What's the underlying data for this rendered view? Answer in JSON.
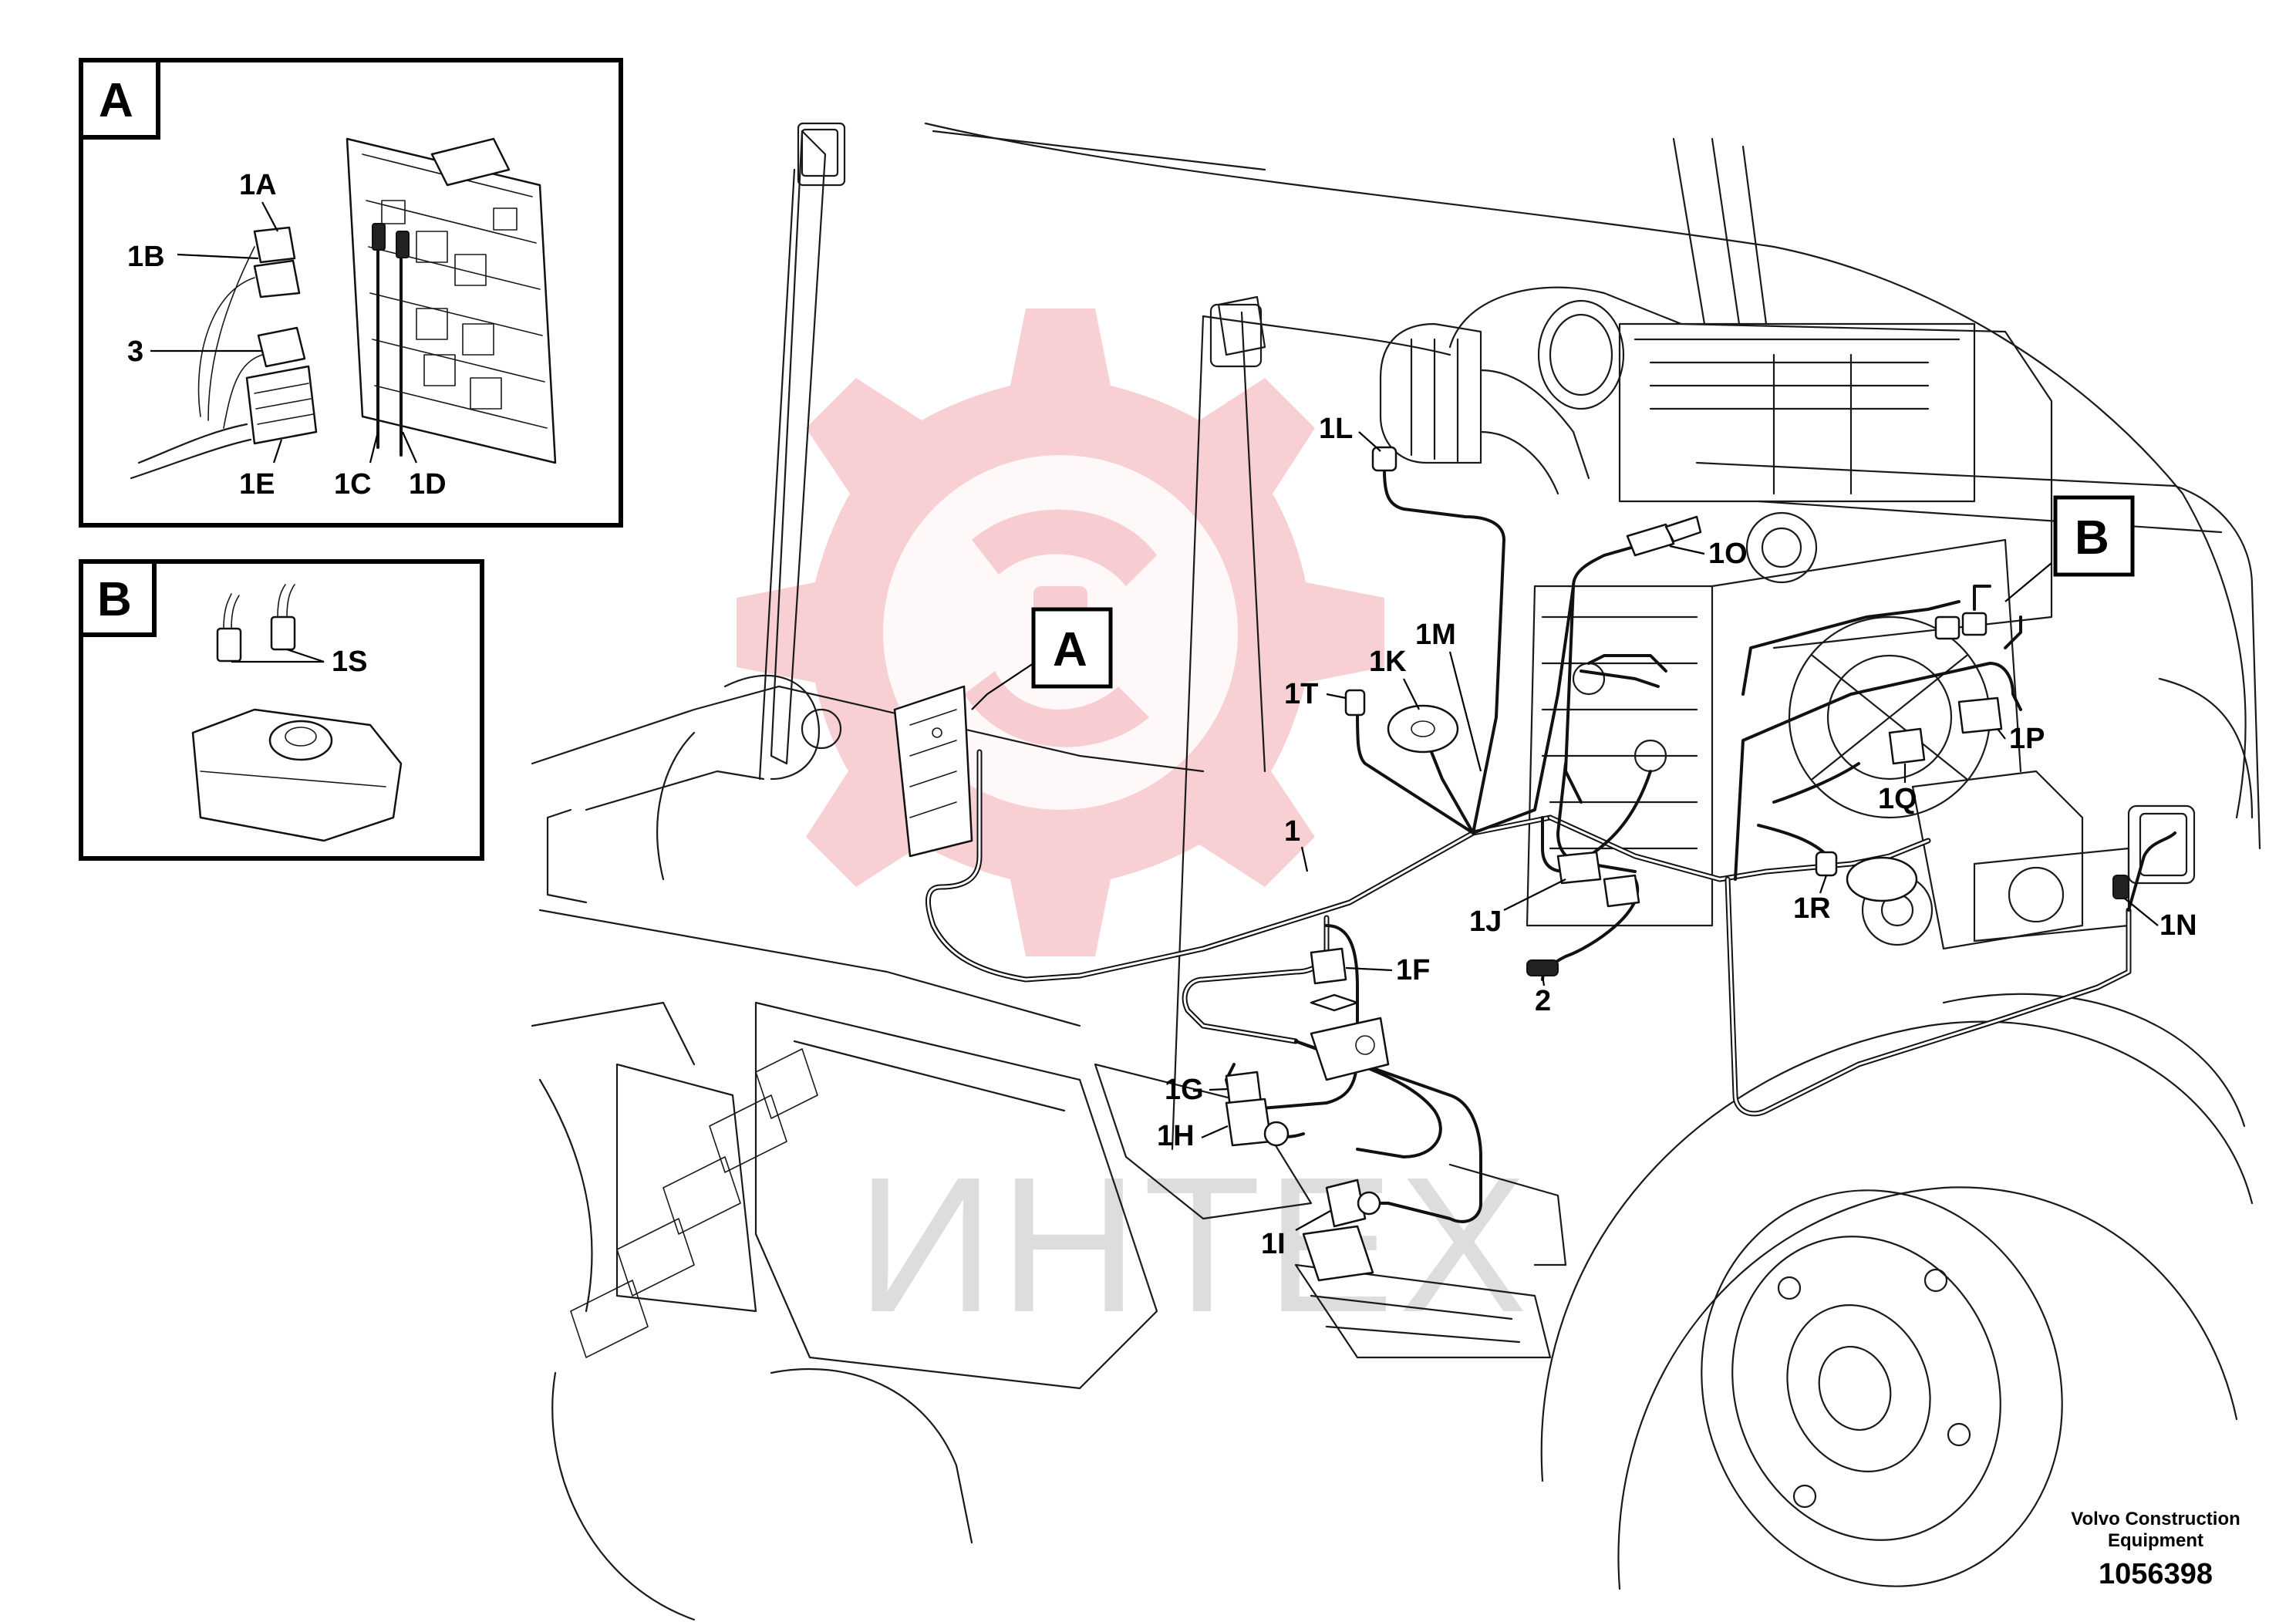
{
  "inset_a": {
    "letter": "A",
    "labels": {
      "a1": "1A",
      "b1": "1B",
      "three": "3",
      "e1": "1E",
      "c1": "1C",
      "d1": "1D"
    }
  },
  "inset_b": {
    "letter": "B",
    "labels": {
      "s1": "1S"
    }
  },
  "callouts": {
    "a": "A",
    "b": "B"
  },
  "labels": {
    "l1": "1L",
    "o1": "1O",
    "m1": "1M",
    "k1": "1K",
    "t1": "1T",
    "one": "1",
    "f1": "1F",
    "g1": "1G",
    "h1": "1H",
    "i1": "1I",
    "j1": "1J",
    "two": "2",
    "p1": "1P",
    "q1": "1Q",
    "r1": "1R",
    "n1": "1N"
  },
  "watermark": {
    "text": "ИНТЕХ"
  },
  "footer": {
    "line1": "Volvo Construction",
    "line2": "Equipment",
    "number": "1056398"
  },
  "colors": {
    "watermark_gear": "#f2aab0",
    "ink": "#000000"
  }
}
